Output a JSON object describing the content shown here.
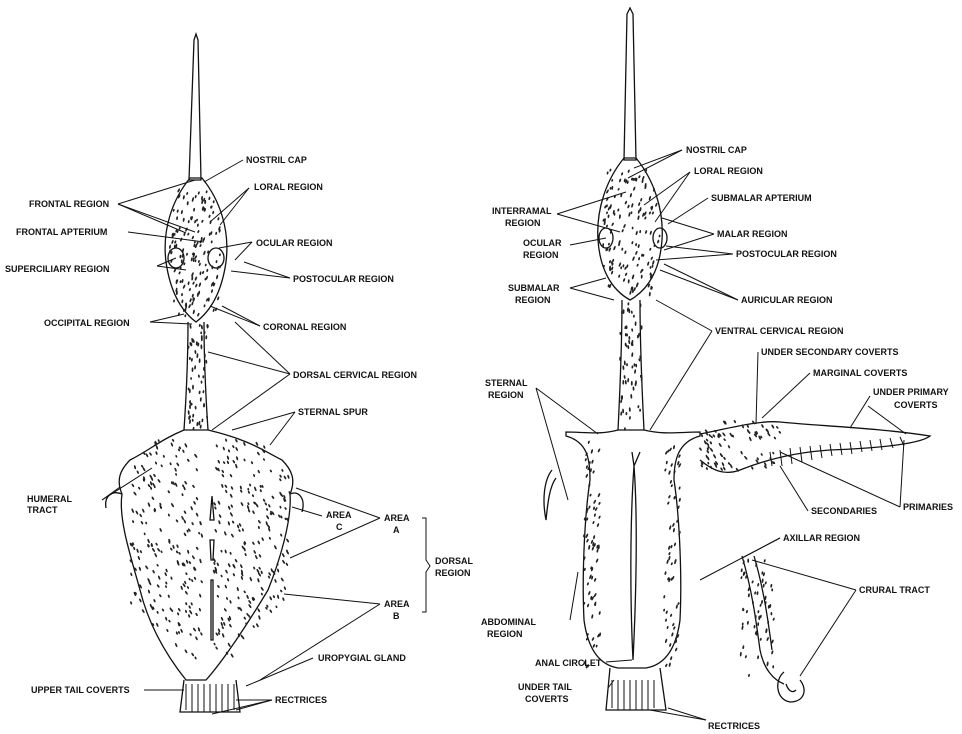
{
  "dorsal_view": {
    "labels": {
      "nostril_cap": "NOSTRIL CAP",
      "loral_region": "LORAL REGION",
      "frontal_region": "FRONTAL REGION",
      "frontal_apterium": "FRONTAL APTERIUM",
      "ocular_region": "OCULAR REGION",
      "superciliary_region": "SUPERCILIARY REGION",
      "postocular_region": "POSTOCULAR REGION",
      "occipital_region": "OCCIPITAL REGION",
      "coronal_region": "CORONAL REGION",
      "dorsal_cervical_region": "DORSAL CERVICAL REGION",
      "sternal_spur": "STERNAL SPUR",
      "humeral_tract_1": "HUMERAL",
      "humeral_tract_2": "TRACT",
      "area_c_1": "AREA",
      "area_c_2": "C",
      "area_a_1": "AREA",
      "area_a_2": "A",
      "dorsal_region_1": "DORSAL",
      "dorsal_region_2": "REGION",
      "area_b_1": "AREA",
      "area_b_2": "B",
      "uropygial_gland": "UROPYGIAL GLAND",
      "upper_tail_coverts": "UPPER TAIL COVERTS",
      "rectrices": "RECTRICES"
    }
  },
  "ventral_view": {
    "labels": {
      "nostril_cap": "NOSTRIL CAP",
      "loral_region": "LORAL REGION",
      "interramal_region_1": "INTERRAMAL",
      "interramal_region_2": "REGION",
      "submalar_apterium": "SUBMALAR APTERIUM",
      "ocular_region_1": "OCULAR",
      "ocular_region_2": "REGION",
      "malar_region": "MALAR REGION",
      "postocular_region": "POSTOCULAR REGION",
      "submalar_region_1": "SUBMALAR",
      "submalar_region_2": "REGION",
      "auricular_region": "AURICULAR REGION",
      "ventral_cervical_region": "VENTRAL CERVICAL REGION",
      "under_secondary_coverts": "UNDER SECONDARY COVERTS",
      "marginal_coverts": "MARGINAL COVERTS",
      "under_primary_coverts_1": "UNDER PRIMARY",
      "under_primary_coverts_2": "COVERTS",
      "sternal_region_1": "STERNAL",
      "sternal_region_2": "REGION",
      "secondaries": "SECONDARIES",
      "primaries": "PRIMARIES",
      "axillar_region": "AXILLAR REGION",
      "crural_tract": "CRURAL TRACT",
      "abdominal_region_1": "ABDOMINAL",
      "abdominal_region_2": "REGION",
      "anal_circlet": "ANAL CIRCLET",
      "under_tail_coverts_1": "UNDER TAIL",
      "under_tail_coverts_2": "COVERTS",
      "rectrices": "RECTRICES"
    }
  }
}
